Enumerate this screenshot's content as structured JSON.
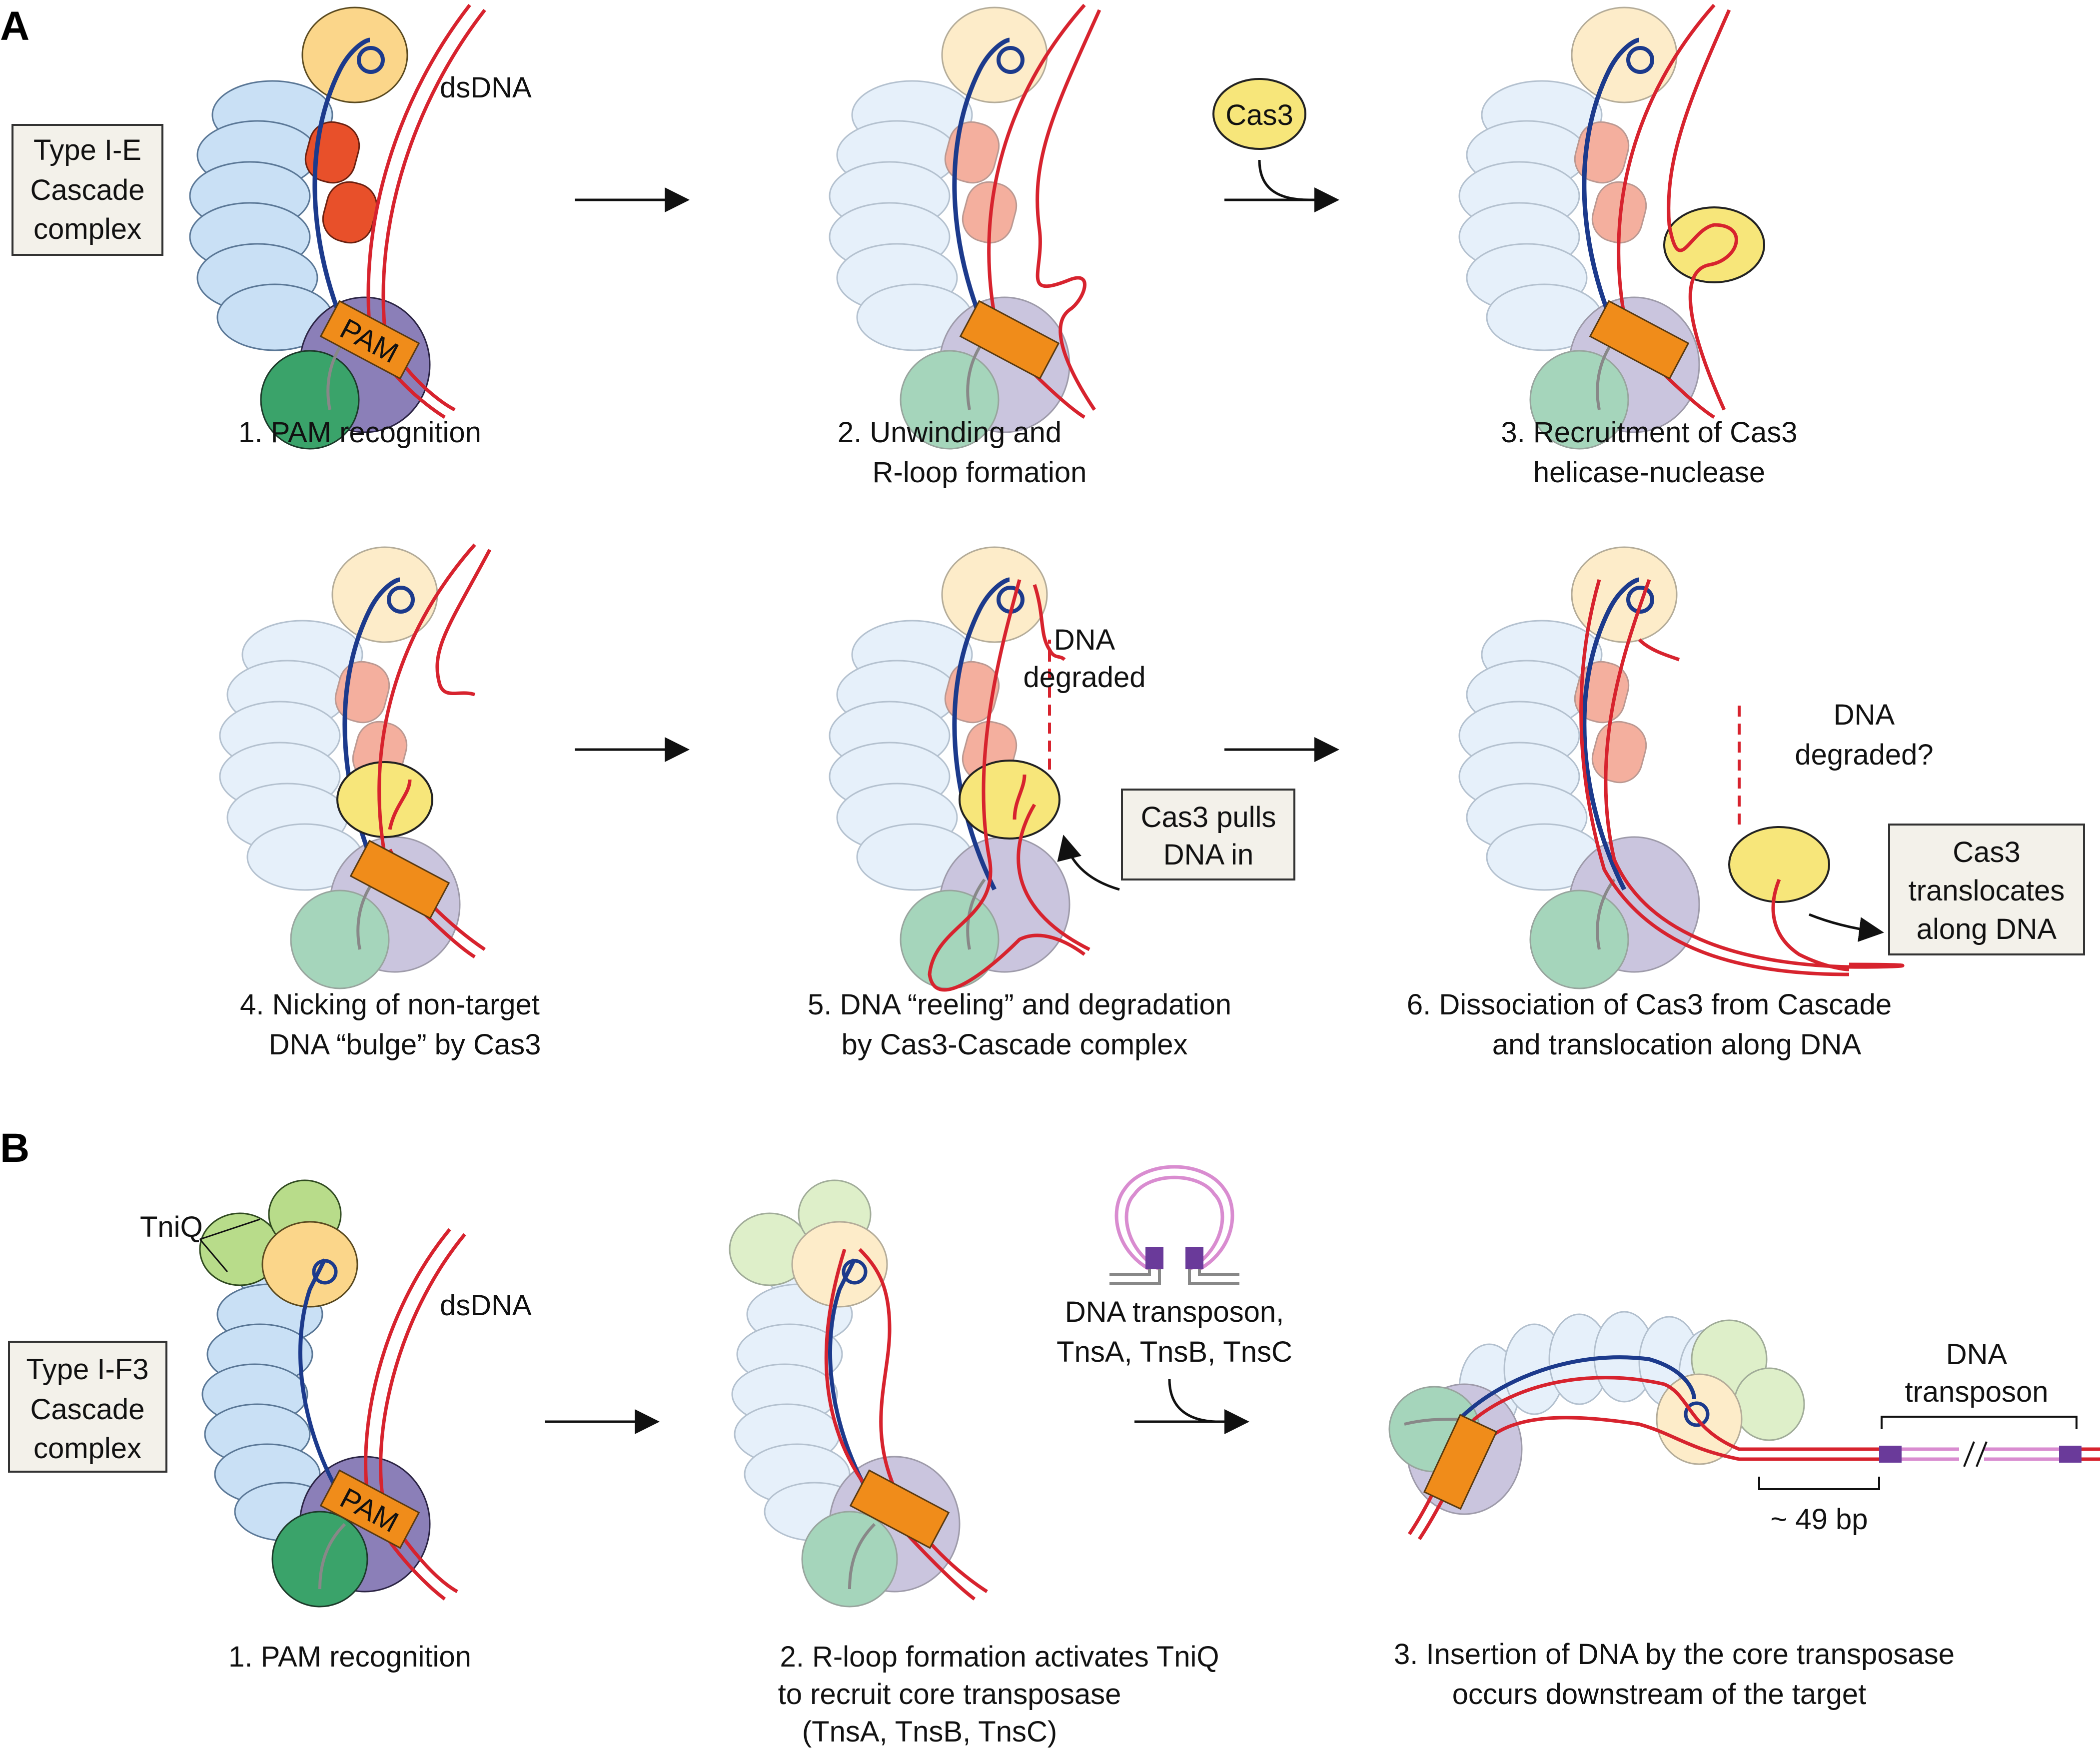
{
  "colors": {
    "dna_red": "#d7232e",
    "crRNA_blue": "#1c3a8c",
    "cas_blue": "#c9e0f5",
    "cas_orange_light": "#fde6b8",
    "cas_red": "#e8502a",
    "cas_purple": "#8b7fb8",
    "cas_green": "#3aa36a",
    "pam_orange": "#f08c1a",
    "cas3_yellow": "#f7e67a",
    "tniq_green": "#b8dc8a",
    "transposon_pink": "#d98cd0",
    "transposon_purple": "#6a3a9a",
    "box_bg": "#f3f1ea"
  },
  "panel_a": {
    "letter": "A",
    "system_box": [
      "Type I-E",
      "Cascade",
      "complex"
    ],
    "dsdna_label": "dsDNA",
    "pam_label": "PAM",
    "cas3_label": "Cas3",
    "steps": [
      {
        "lines": [
          "1. PAM recognition"
        ]
      },
      {
        "lines": [
          "2. Unwinding and",
          "R-loop formation"
        ]
      },
      {
        "lines": [
          "3. Recruitment of Cas3",
          "helicase-nuclease"
        ]
      },
      {
        "lines": [
          "4. Nicking of non-target",
          "DNA “bulge” by Cas3"
        ]
      },
      {
        "lines": [
          "5. DNA “reeling” and degradation",
          "by Cas3-Cascade complex"
        ]
      },
      {
        "lines": [
          "6. Dissociation of Cas3 from Cascade",
          "and translocation along DNA"
        ]
      }
    ],
    "degraded_label": [
      "DNA",
      "degraded"
    ],
    "degraded_q_label": [
      "DNA",
      "degraded?"
    ],
    "pulls_box": [
      "Cas3 pulls",
      "DNA in"
    ],
    "translocates_box": [
      "Cas3",
      "translocates",
      "along DNA"
    ]
  },
  "panel_b": {
    "letter": "B",
    "system_box": [
      "Type I-F3",
      "Cascade",
      "complex"
    ],
    "tniq_label": "TniQ",
    "dsdna_label": "dsDNA",
    "pam_label": "PAM",
    "transposon_reagents": [
      "DNA transposon,",
      "TnsA, TnsB, TnsC"
    ],
    "transposon_label": [
      "DNA",
      "transposon"
    ],
    "distance_label": "~ 49 bp",
    "steps": [
      {
        "lines": [
          "1. PAM recognition"
        ]
      },
      {
        "lines": [
          "2. R-loop formation activates TniQ",
          "to recruit core transposase",
          "(TnsA, TnsB, TnsC)"
        ]
      },
      {
        "lines": [
          "3. Insertion of DNA by the core transposase",
          "occurs downstream of the target"
        ]
      }
    ]
  }
}
